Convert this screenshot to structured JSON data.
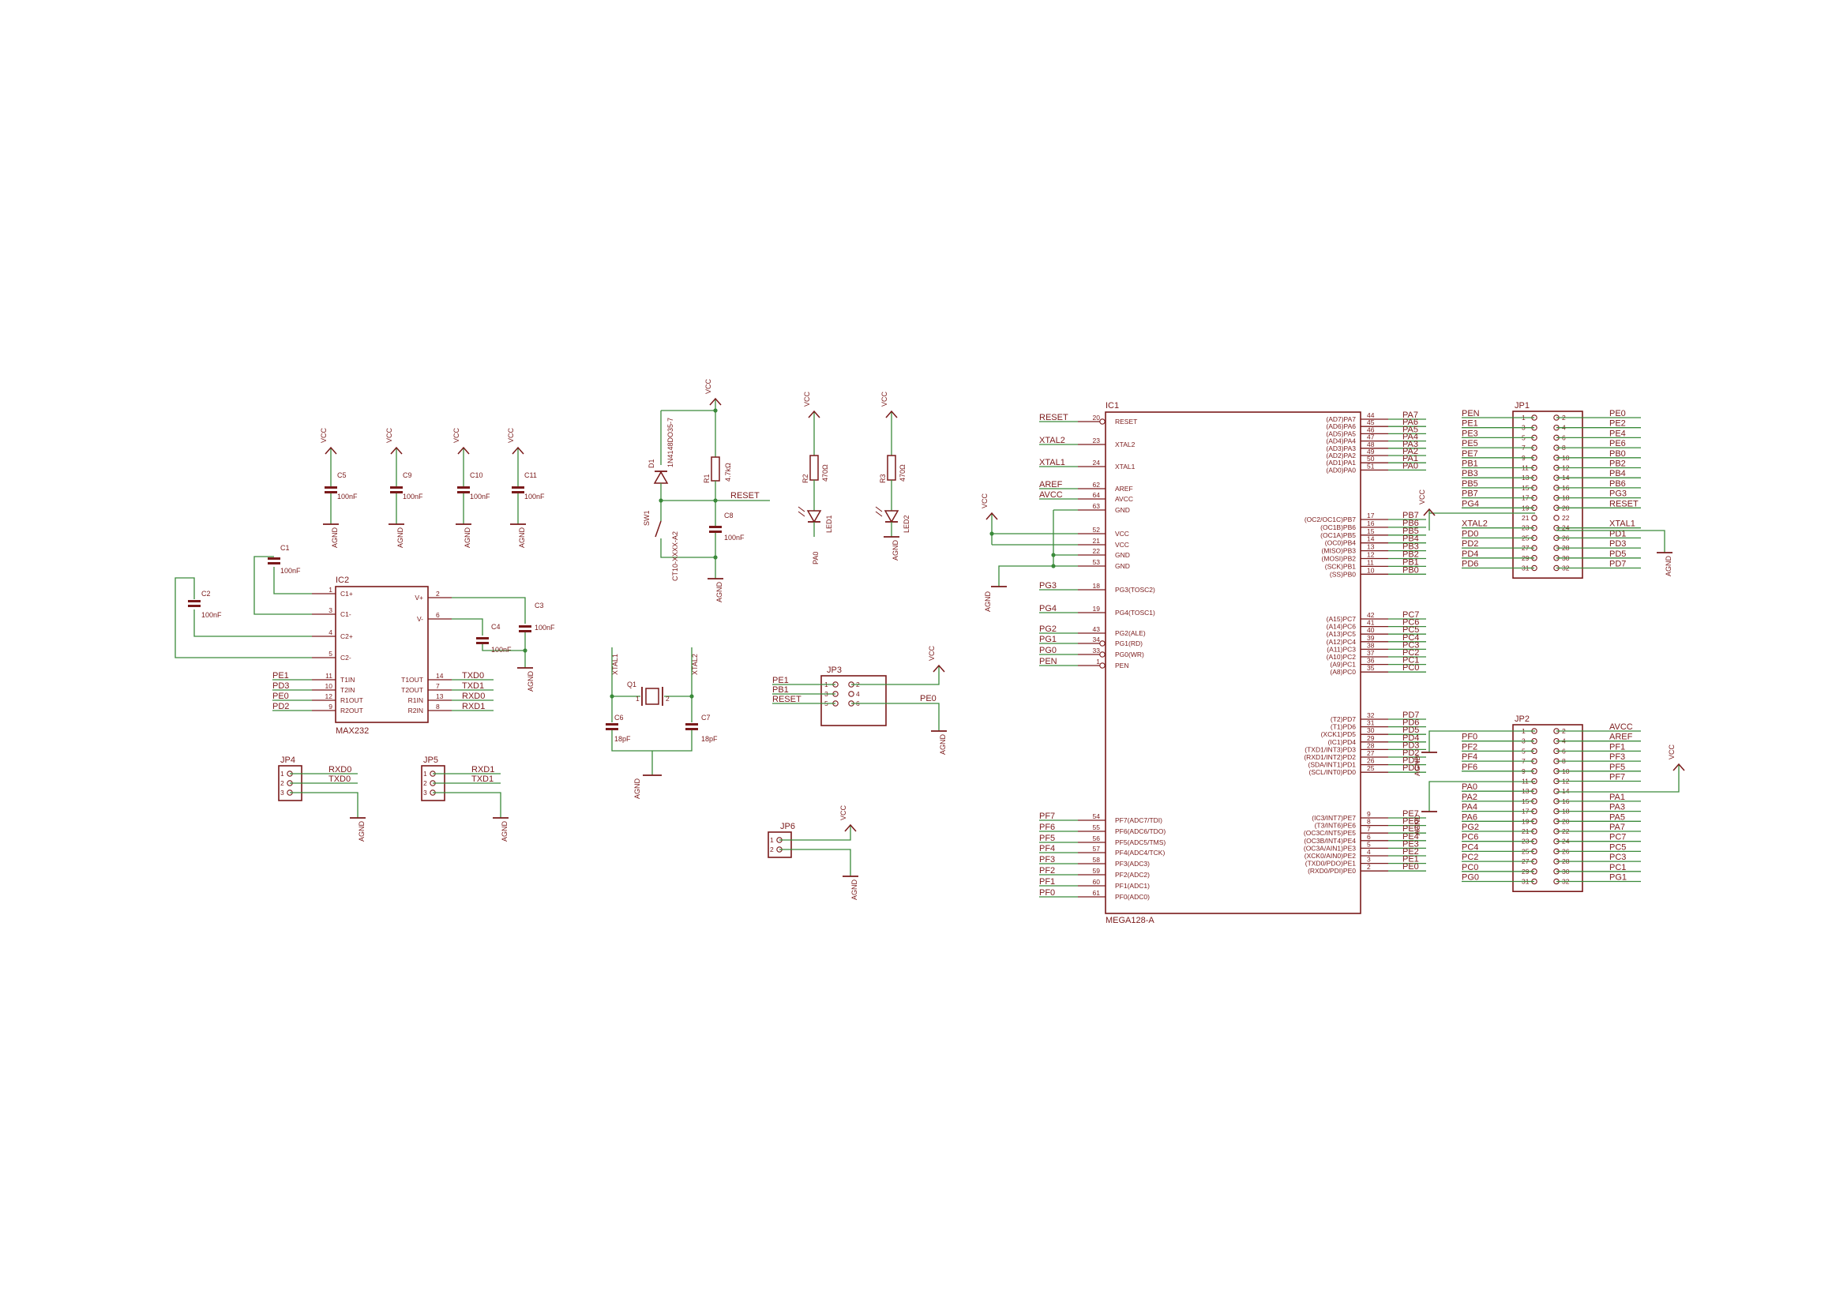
{
  "colors": {
    "wire": "#3a8a3a",
    "part": "#7a1a1a",
    "background": "#ffffff"
  },
  "power": {
    "vcc": "VCC",
    "agnd": "AGND"
  },
  "decoupling": [
    {
      "name": "C5",
      "value": "100nF"
    },
    {
      "name": "C9",
      "value": "100nF"
    },
    {
      "name": "C10",
      "value": "100nF"
    },
    {
      "name": "C11",
      "value": "100nF"
    }
  ],
  "max232": {
    "name": "IC2",
    "value": "MAX232",
    "left_pins": [
      {
        "label": "C1+",
        "num": "1"
      },
      {
        "label": "C1-",
        "num": "3"
      },
      {
        "label": "C2+",
        "num": "4"
      },
      {
        "label": "C2-",
        "num": "5"
      },
      {
        "label": "T1IN",
        "num": "11",
        "net": "PE1"
      },
      {
        "label": "T2IN",
        "num": "10",
        "net": "PD3"
      },
      {
        "label": "R1OUT",
        "num": "12",
        "net": "PE0"
      },
      {
        "label": "R2OUT",
        "num": "9",
        "net": "PD2"
      }
    ],
    "right_pins": [
      {
        "label": "V+",
        "num": "2"
      },
      {
        "label": "V-",
        "num": "6"
      },
      {
        "label": "T1OUT",
        "num": "14",
        "net": "TXD0"
      },
      {
        "label": "T2OUT",
        "num": "7",
        "net": "TXD1"
      },
      {
        "label": "R1IN",
        "num": "13",
        "net": "RXD0"
      },
      {
        "label": "R2IN",
        "num": "8",
        "net": "RXD1"
      }
    ],
    "caps": [
      {
        "name": "C1",
        "value": "100nF"
      },
      {
        "name": "C2",
        "value": "100nF"
      },
      {
        "name": "C3",
        "value": "100nF"
      },
      {
        "name": "C4",
        "value": "100nF"
      }
    ]
  },
  "reset": {
    "diode": {
      "name": "D1",
      "value": "1N4148DO35-7"
    },
    "resistor": {
      "name": "R1",
      "value": "4.7kΩ"
    },
    "cap": {
      "name": "C8",
      "value": "100nF"
    },
    "switch": {
      "name": "SW1",
      "value": "CT10-XXXX-A2"
    },
    "net": "RESET"
  },
  "leds": [
    {
      "res": "R2",
      "res_value": "470Ω",
      "led": "LED1",
      "net": "PA0"
    },
    {
      "res": "R3",
      "res_value": "470Ω",
      "led": "LED2",
      "net": ""
    }
  ],
  "crystal": {
    "name": "Q1",
    "c_left": {
      "name": "C6",
      "value": "18pF"
    },
    "c_right": {
      "name": "C7",
      "value": "18pF"
    },
    "net_left": "XTAL1",
    "net_right": "XTAL2",
    "pin_left": "1",
    "pin_right": "2"
  },
  "jp3": {
    "name": "JP3",
    "nets": [
      "PE1",
      "PB1",
      "RESET"
    ],
    "right_nets": [
      "",
      "PE0",
      ""
    ],
    "nums_left": [
      "1",
      "3",
      "5"
    ],
    "nums_right": [
      "2",
      "4",
      "6"
    ]
  },
  "jp4": {
    "name": "JP4",
    "nets": [
      "RXD0",
      "TXD0"
    ],
    "nums": [
      "1",
      "2",
      "3"
    ]
  },
  "jp5": {
    "name": "JP5",
    "nets": [
      "RXD1",
      "TXD1"
    ],
    "nums": [
      "1",
      "2",
      "3"
    ]
  },
  "jp6": {
    "name": "JP6",
    "nums": [
      "1",
      "2"
    ]
  },
  "mcu": {
    "name": "IC1",
    "value": "MEGA128-A",
    "left_pins": [
      {
        "net": "RESET",
        "num": "20",
        "label": "RESET"
      },
      {
        "net": "XTAL2",
        "num": "23",
        "label": "XTAL2"
      },
      {
        "net": "XTAL1",
        "num": "24",
        "label": "XTAL1"
      },
      {
        "net": "AREF",
        "num": "62",
        "label": "AREF"
      },
      {
        "net": "AVCC",
        "num": "64",
        "label": "AVCC"
      },
      {
        "net": "",
        "num": "63",
        "label": "GND"
      },
      {
        "net": "",
        "num": "52",
        "label": "VCC"
      },
      {
        "net": "",
        "num": "21",
        "label": "VCC"
      },
      {
        "net": "",
        "num": "22",
        "label": "GND"
      },
      {
        "net": "",
        "num": "53",
        "label": "GND"
      },
      {
        "net": "PG3",
        "num": "18",
        "label": "PG3(TOSC2)"
      },
      {
        "net": "PG4",
        "num": "19",
        "label": "PG4(TOSC1)"
      },
      {
        "net": "PG2",
        "num": "43",
        "label": "PG2(ALE)"
      },
      {
        "net": "PG1",
        "num": "34",
        "label": "PG1(RD)"
      },
      {
        "net": "PG0",
        "num": "33",
        "label": "PG0(WR)"
      },
      {
        "net": "PEN",
        "num": "1",
        "label": "PEN"
      },
      {
        "net": "PF7",
        "num": "54",
        "label": "PF7(ADC7/TDI)"
      },
      {
        "net": "PF6",
        "num": "55",
        "label": "PF6(ADC6/TDO)"
      },
      {
        "net": "PF5",
        "num": "56",
        "label": "PF5(ADC5/TMS)"
      },
      {
        "net": "PF4",
        "num": "57",
        "label": "PF4(ADC4/TCK)"
      },
      {
        "net": "PF3",
        "num": "58",
        "label": "PF3(ADC3)"
      },
      {
        "net": "PF2",
        "num": "59",
        "label": "PF2(ADC2)"
      },
      {
        "net": "PF1",
        "num": "60",
        "label": "PF1(ADC1)"
      },
      {
        "net": "PF0",
        "num": "61",
        "label": "PF0(ADC0)"
      }
    ],
    "right_pins": [
      {
        "label": "(AD7)PA7",
        "num": "44",
        "net": "PA7"
      },
      {
        "label": "(AD6)PA6",
        "num": "45",
        "net": "PA6"
      },
      {
        "label": "(AD5)PA5",
        "num": "46",
        "net": "PA5"
      },
      {
        "label": "(AD4)PA4",
        "num": "47",
        "net": "PA4"
      },
      {
        "label": "(AD3)PA3",
        "num": "48",
        "net": "PA3"
      },
      {
        "label": "(AD2)PA2",
        "num": "49",
        "net": "PA2"
      },
      {
        "label": "(AD1)PA1",
        "num": "50",
        "net": "PA1"
      },
      {
        "label": "(AD0)PA0",
        "num": "51",
        "net": "PA0"
      },
      {
        "label": "(OC2/OC1C)PB7",
        "num": "17",
        "net": "PB7"
      },
      {
        "label": "(OC1B)PB6",
        "num": "16",
        "net": "PB6"
      },
      {
        "label": "(OC1A)PB5",
        "num": "15",
        "net": "PB5"
      },
      {
        "label": "(OC0)PB4",
        "num": "14",
        "net": "PB4"
      },
      {
        "label": "(MISO)PB3",
        "num": "13",
        "net": "PB3"
      },
      {
        "label": "(MOSI)PB2",
        "num": "12",
        "net": "PB2"
      },
      {
        "label": "(SCK)PB1",
        "num": "11",
        "net": "PB1"
      },
      {
        "label": "(SS)PB0",
        "num": "10",
        "net": "PB0"
      },
      {
        "label": "(A15)PC7",
        "num": "42",
        "net": "PC7"
      },
      {
        "label": "(A14)PC6",
        "num": "41",
        "net": "PC6"
      },
      {
        "label": "(A13)PC5",
        "num": "40",
        "net": "PC5"
      },
      {
        "label": "(A12)PC4",
        "num": "39",
        "net": "PC4"
      },
      {
        "label": "(A11)PC3",
        "num": "38",
        "net": "PC3"
      },
      {
        "label": "(A10)PC2",
        "num": "37",
        "net": "PC2"
      },
      {
        "label": "(A9)PC1",
        "num": "36",
        "net": "PC1"
      },
      {
        "label": "(A8)PC0",
        "num": "35",
        "net": "PC0"
      },
      {
        "label": "(T2)PD7",
        "num": "32",
        "net": "PD7"
      },
      {
        "label": "(T1)PD6",
        "num": "31",
        "net": "PD6"
      },
      {
        "label": "(XCK1)PD5",
        "num": "30",
        "net": "PD5"
      },
      {
        "label": "(IC1)PD4",
        "num": "29",
        "net": "PD4"
      },
      {
        "label": "(TXD1/INT3)PD3",
        "num": "28",
        "net": "PD3"
      },
      {
        "label": "(RXD1/INT2)PD2",
        "num": "27",
        "net": "PD2"
      },
      {
        "label": "(SDA/INT1)PD1",
        "num": "26",
        "net": "PD1"
      },
      {
        "label": "(SCL/INT0)PD0",
        "num": "25",
        "net": "PD0"
      },
      {
        "label": "(IC3/INT7)PE7",
        "num": "9",
        "net": "PE7"
      },
      {
        "label": "(T3/INT6)PE6",
        "num": "8",
        "net": "PE6"
      },
      {
        "label": "(OC3C/INT5)PE5",
        "num": "7",
        "net": "PE5"
      },
      {
        "label": "(OC3B/INT4)PE4",
        "num": "6",
        "net": "PE4"
      },
      {
        "label": "(OC3A/AIN1)PE3",
        "num": "5",
        "net": "PE3"
      },
      {
        "label": "(XCK0/AIN0)PE2",
        "num": "4",
        "net": "PE2"
      },
      {
        "label": "(TXD0/PDO)PE1",
        "num": "3",
        "net": "PE1"
      },
      {
        "label": "(RXD0/PDI)PE0",
        "num": "2",
        "net": "PE0"
      }
    ]
  },
  "jp1": {
    "name": "JP1",
    "rows": [
      {
        "l": "PEN",
        "a": "1",
        "b": "2",
        "r": "PE0"
      },
      {
        "l": "PE1",
        "a": "3",
        "b": "4",
        "r": "PE2"
      },
      {
        "l": "PE3",
        "a": "5",
        "b": "6",
        "r": "PE4"
      },
      {
        "l": "PE5",
        "a": "7",
        "b": "8",
        "r": "PE6"
      },
      {
        "l": "PE7",
        "a": "9",
        "b": "10",
        "r": "PB0"
      },
      {
        "l": "PB1",
        "a": "11",
        "b": "12",
        "r": "PB2"
      },
      {
        "l": "PB3",
        "a": "13",
        "b": "14",
        "r": "PB4"
      },
      {
        "l": "PB5",
        "a": "15",
        "b": "16",
        "r": "PB6"
      },
      {
        "l": "PB7",
        "a": "17",
        "b": "18",
        "r": "PG3"
      },
      {
        "l": "PG4",
        "a": "19",
        "b": "20",
        "r": "RESET"
      },
      {
        "l": "",
        "a": "21",
        "b": "22",
        "r": ""
      },
      {
        "l": "XTAL2",
        "a": "23",
        "b": "24",
        "r": "XTAL1"
      },
      {
        "l": "PD0",
        "a": "25",
        "b": "26",
        "r": "PD1"
      },
      {
        "l": "PD2",
        "a": "27",
        "b": "28",
        "r": "PD3"
      },
      {
        "l": "PD4",
        "a": "29",
        "b": "30",
        "r": "PD5"
      },
      {
        "l": "PD6",
        "a": "31",
        "b": "32",
        "r": "PD7"
      }
    ]
  },
  "jp2": {
    "name": "JP2",
    "rows": [
      {
        "l": "",
        "a": "1",
        "b": "2",
        "r": "AVCC"
      },
      {
        "l": "PF0",
        "a": "3",
        "b": "4",
        "r": "AREF"
      },
      {
        "l": "PF2",
        "a": "5",
        "b": "6",
        "r": "PF1"
      },
      {
        "l": "PF4",
        "a": "7",
        "b": "8",
        "r": "PF3"
      },
      {
        "l": "PF6",
        "a": "9",
        "b": "10",
        "r": "PF5"
      },
      {
        "l": "",
        "a": "11",
        "b": "12",
        "r": "PF7"
      },
      {
        "l": "PA0",
        "a": "13",
        "b": "14",
        "r": ""
      },
      {
        "l": "PA2",
        "a": "15",
        "b": "16",
        "r": "PA1"
      },
      {
        "l": "PA4",
        "a": "17",
        "b": "18",
        "r": "PA3"
      },
      {
        "l": "PA6",
        "a": "19",
        "b": "20",
        "r": "PA5"
      },
      {
        "l": "PG2",
        "a": "21",
        "b": "22",
        "r": "PA7"
      },
      {
        "l": "PC6",
        "a": "23",
        "b": "24",
        "r": "PC7"
      },
      {
        "l": "PC4",
        "a": "25",
        "b": "26",
        "r": "PC5"
      },
      {
        "l": "PC2",
        "a": "27",
        "b": "28",
        "r": "PC3"
      },
      {
        "l": "PC0",
        "a": "29",
        "b": "30",
        "r": "PC1"
      },
      {
        "l": "PG0",
        "a": "31",
        "b": "32",
        "r": "PG1"
      }
    ]
  }
}
